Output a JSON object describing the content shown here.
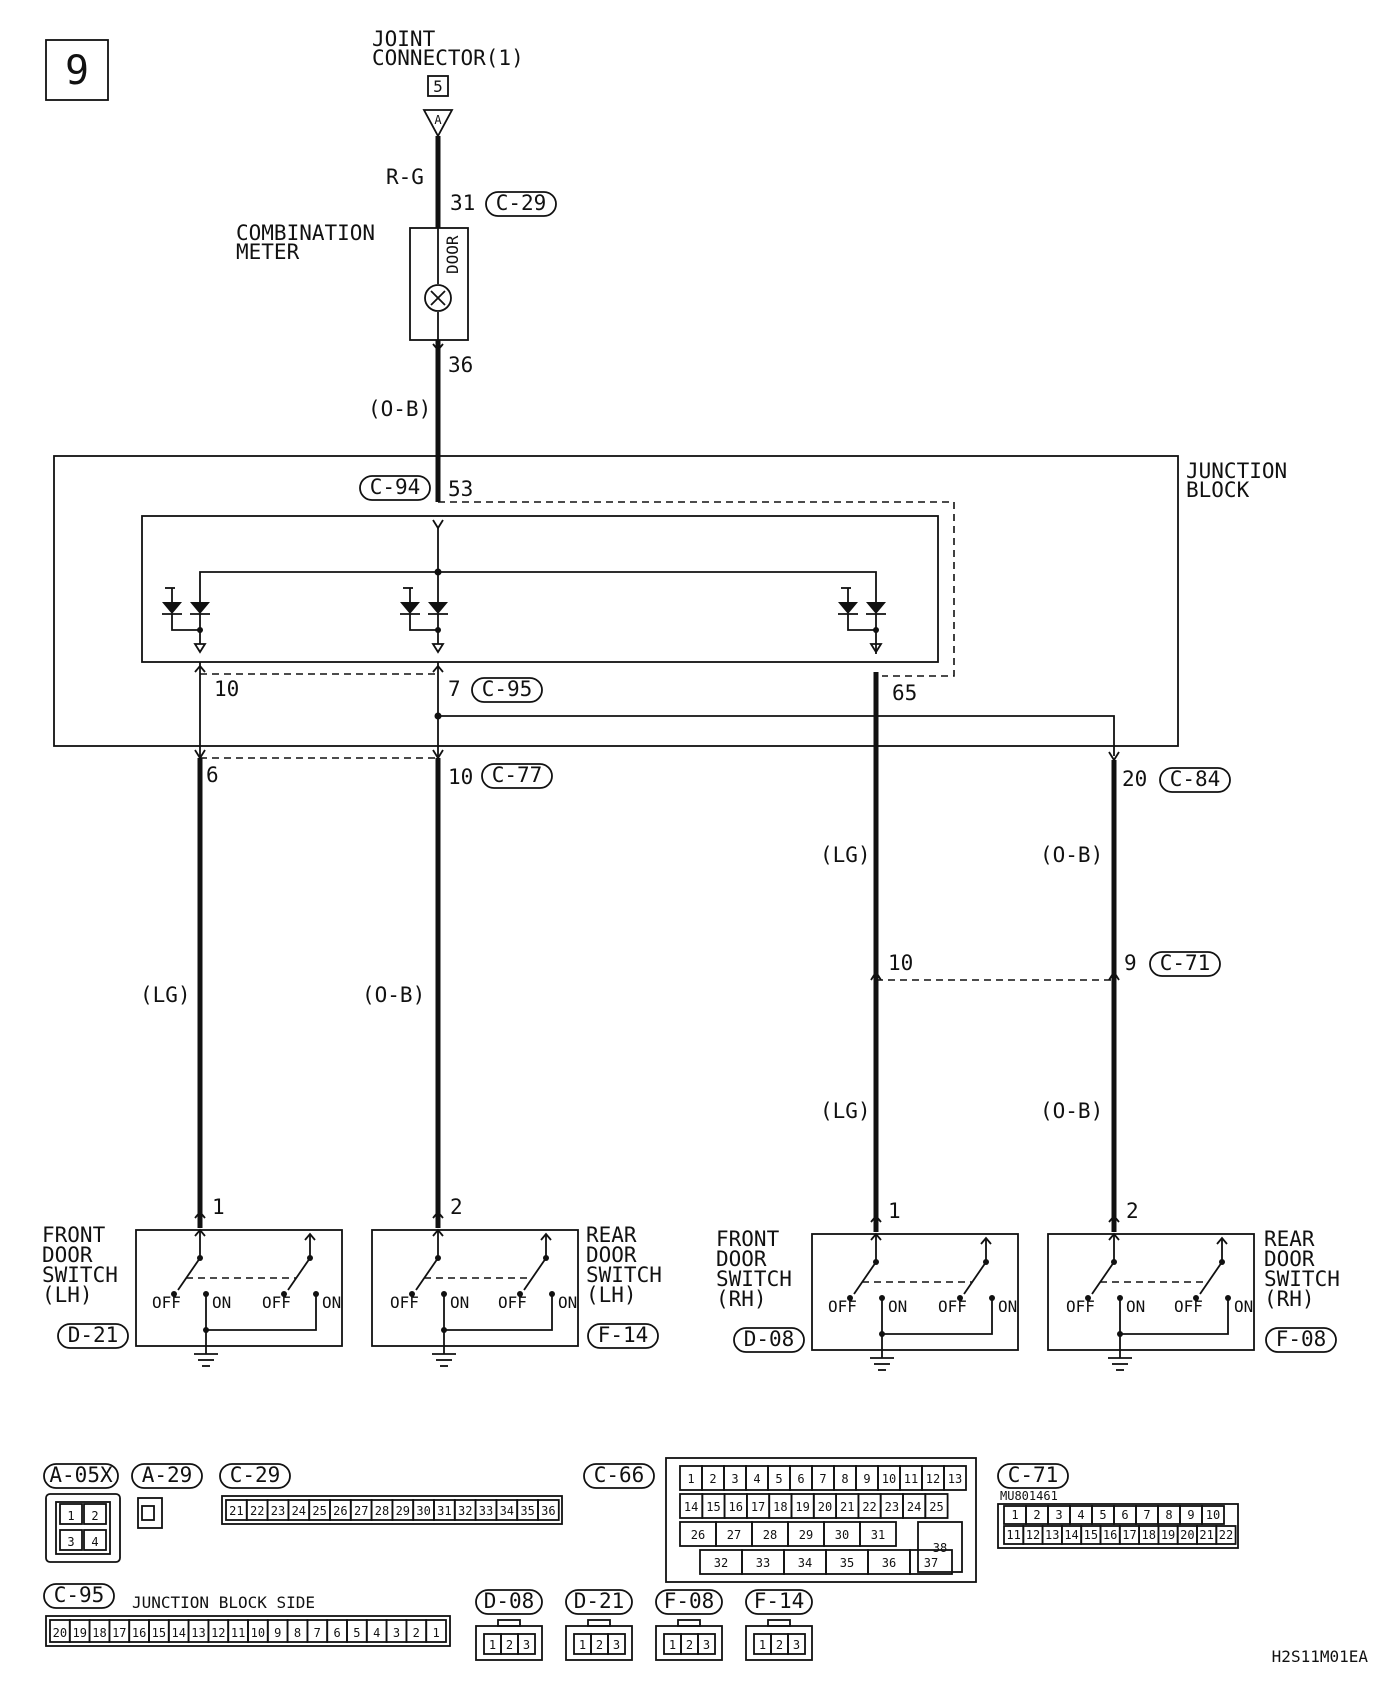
{
  "page_number": "9",
  "joint_connector": {
    "line1": "JOINT",
    "line2": "CONNECTOR(1)",
    "num": "5",
    "terminal": "A"
  },
  "combination_meter": {
    "line1": "COMBINATION",
    "line2": "METER",
    "indicator": "DOOR",
    "wire_in": "R-G",
    "pin_in": "31",
    "conn_in": "C-29",
    "pin_out": "36",
    "wire_out": "(O-B)"
  },
  "junction_block": {
    "line1": "JUNCTION",
    "line2": "BLOCK",
    "conn_top": "C-94",
    "pin_top": "53",
    "pin_left": "10",
    "pin_mid": "7",
    "conn_mid": "C-95",
    "pin_right": "65"
  },
  "c77": {
    "pin_a": "6",
    "pin_b": "10",
    "conn": "C-77"
  },
  "c84": {
    "pin": "20",
    "conn": "C-84"
  },
  "c71": {
    "pin_a": "10",
    "pin_b": "9",
    "conn": "C-71"
  },
  "wires": {
    "w1": "(LG)",
    "w2": "(O-B)",
    "w3a": "(LG)",
    "w3b": "(LG)",
    "w4a": "(O-B)",
    "w4b": "(O-B)"
  },
  "switches": [
    {
      "lines": [
        "FRONT",
        "DOOR",
        "SWITCH",
        "(LH)"
      ],
      "conn": "D-21",
      "pin": "1",
      "off": "OFF",
      "on": "ON"
    },
    {
      "lines": [
        "REAR",
        "DOOR",
        "SWITCH",
        "(LH)"
      ],
      "conn": "F-14",
      "pin": "2",
      "off": "OFF",
      "on": "ON"
    },
    {
      "lines": [
        "FRONT",
        "DOOR",
        "SWITCH",
        "(RH)"
      ],
      "conn": "D-08",
      "pin": "1",
      "off": "OFF",
      "on": "ON"
    },
    {
      "lines": [
        "REAR",
        "DOOR",
        "SWITCH",
        "(RH)"
      ],
      "conn": "F-08",
      "pin": "2",
      "off": "OFF",
      "on": "ON"
    }
  ],
  "connectors": {
    "a05x": {
      "label": "A-05X",
      "pins": [
        "1",
        "2",
        "3",
        "4"
      ]
    },
    "a29": {
      "label": "A-29"
    },
    "c29": {
      "label": "C-29",
      "pins": [
        "21",
        "22",
        "23",
        "24",
        "25",
        "26",
        "27",
        "28",
        "29",
        "30",
        "31",
        "32",
        "33",
        "34",
        "35",
        "36"
      ]
    },
    "c66": {
      "label": "C-66",
      "row1": [
        "1",
        "2",
        "3",
        "4",
        "5",
        "6",
        "7",
        "8",
        "9",
        "10",
        "11",
        "12",
        "13"
      ],
      "row2": [
        "14",
        "15",
        "16",
        "17",
        "18",
        "19",
        "20",
        "21",
        "22",
        "23",
        "24",
        "25"
      ],
      "row3": [
        "26",
        "27",
        "28",
        "29",
        "30",
        "31",
        "38"
      ],
      "row4": [
        "32",
        "33",
        "34",
        "35",
        "36",
        "37"
      ]
    },
    "c71": {
      "label": "C-71",
      "part": "MU801461",
      "row1": [
        "1",
        "2",
        "3",
        "4",
        "5",
        "6",
        "7",
        "8",
        "9",
        "10"
      ],
      "row2": [
        "11",
        "12",
        "13",
        "14",
        "15",
        "16",
        "17",
        "18",
        "19",
        "20",
        "21",
        "22"
      ]
    },
    "c95": {
      "label": "C-95",
      "caption": "JUNCTION BLOCK SIDE",
      "pins": [
        "20",
        "19",
        "18",
        "17",
        "16",
        "15",
        "14",
        "13",
        "12",
        "11",
        "10",
        "9",
        "8",
        "7",
        "6",
        "5",
        "4",
        "3",
        "2",
        "1"
      ]
    },
    "d08": {
      "label": "D-08",
      "pins": [
        "1",
        "2",
        "3"
      ]
    },
    "d21": {
      "label": "D-21",
      "pins": [
        "1",
        "2",
        "3"
      ]
    },
    "f08": {
      "label": "F-08",
      "pins": [
        "1",
        "2",
        "3"
      ]
    },
    "f14": {
      "label": "F-14",
      "pins": [
        "1",
        "2",
        "3"
      ]
    }
  },
  "figure_code": "H2S11M01EA"
}
